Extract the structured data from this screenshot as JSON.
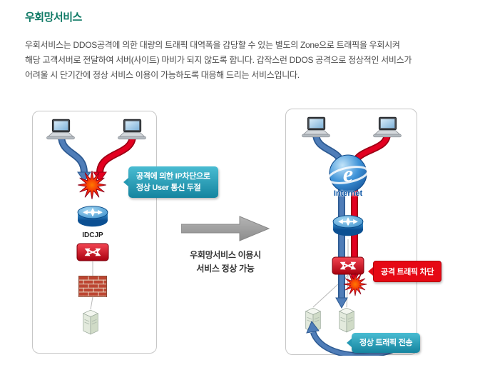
{
  "page": {
    "title": "우회망서비스",
    "description_lines": [
      "우회서비스는 DDOS공격에 의한 대량의 트래픽 대역폭을 감당할 수 있는 별도의 Zone으로 트래픽을 우회시켜",
      "해당 고객서버로 전달하여 서버(사이트) 마비가 되지 않도록 합니다. 갑작스런 DDOS 공격으로 정상적인 서비스가",
      "어려울 시 단기간에 정상 서비스 이용이 가능하도록 대응해 드리는 서비스입니다."
    ]
  },
  "before_panel": {
    "callout_line1": "공격에 의한 IP차단으로",
    "callout_line2": "정상 User 통신 두절",
    "router_label": "IDCJP"
  },
  "transition": {
    "caption_line1": "우회망서비스 이용시",
    "caption_line2": "서비스 정상 가능"
  },
  "after_panel": {
    "globe_letter": "e",
    "internet_label": "Internet",
    "attack_callout": "공격 트래픽 차단",
    "normal_callout": "정상 트래픽 전송"
  },
  "colors": {
    "title_green": "#107a66",
    "callout_teal_top": "#49bcd2",
    "callout_teal_bottom": "#15849f",
    "callout_red": "#e60814",
    "arrow_blue": "#4f7db8",
    "arrow_red": "#e30020",
    "transition_gray": "#9d9d9d"
  }
}
